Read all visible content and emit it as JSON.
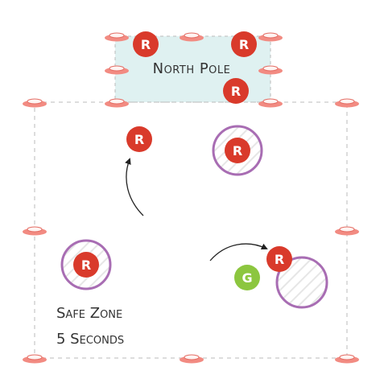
{
  "north_pole": {
    "label": "North Pole",
    "fill": "#dff1f1"
  },
  "safe_zone": {
    "line1": "Safe Zone",
    "line2": "5 Seconds"
  },
  "players": {
    "red_letter": "R",
    "green_letter": "G"
  },
  "colors": {
    "red": "#d93a2b",
    "green": "#8cc63f",
    "purple": "#a86db3",
    "cone": "#f28b82",
    "cone_dark": "#e46c63",
    "boundary": "#bbbbbb"
  },
  "icons": {
    "cone": "cone-icon",
    "arrow": "arrow-icon"
  }
}
